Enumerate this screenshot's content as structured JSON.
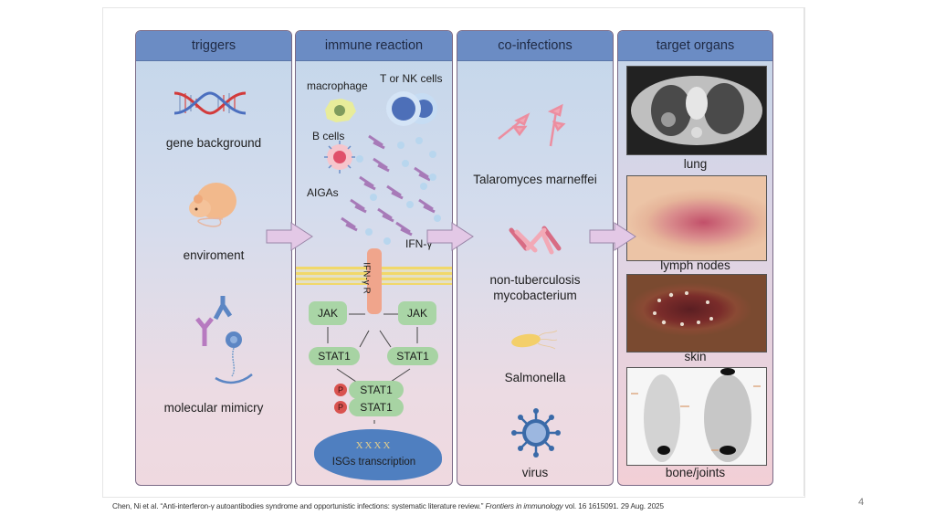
{
  "panels": [
    {
      "title": "triggers",
      "items": [
        "gene background",
        "enviroment",
        "molecular mimicry"
      ]
    },
    {
      "title": "immune reaction",
      "labels": {
        "macrophage": "macrophage",
        "t_nk": "T or NK cells",
        "b_cells": "B cells",
        "aigas": "AIGAs",
        "ifn": "IFN-γ",
        "receptor": "IFN-γ R",
        "jak_left": "JAK",
        "jak_right": "JAK",
        "stat_left": "STAT1",
        "stat_right": "STAT1",
        "pstat_1": "STAT1",
        "pstat_2": "STAT1",
        "p": "P",
        "xxxx": "XXXX",
        "isgs": "ISGs transcription"
      }
    },
    {
      "title": "co-infections",
      "items": [
        "Talaromyces marneffei",
        "non-tuberculosis mycobacterium",
        "Salmonella",
        "virus"
      ]
    },
    {
      "title": "target organs",
      "items": [
        "lung",
        "lymph nodes",
        "skin",
        "bone/joints"
      ]
    }
  ],
  "footer": {
    "citation_pre": "Chen, Ni et al. “Anti-interferon-γ autoantibodies syndrome and opportunistic infections: systematic literature review.” ",
    "journal": "Frontiers in immunology",
    "citation_post": " vol. 16 1615091. 29 Aug. 2025",
    "page_number": "4"
  },
  "colors": {
    "header": "#6b8cc4",
    "arrow": "#e3c8e6",
    "border": "#7a6a86",
    "stat": "#a7d3a3",
    "nucleus": "#4f7fc0"
  }
}
